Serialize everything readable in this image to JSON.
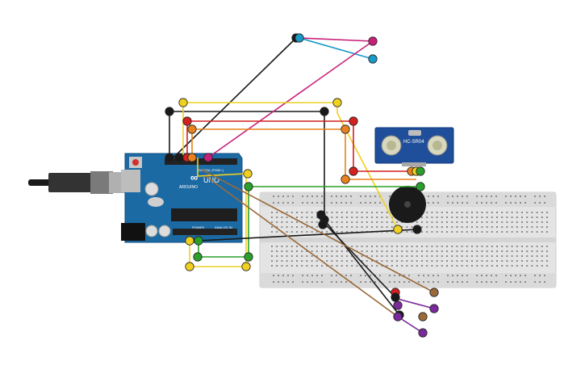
{
  "arduino": {
    "brand_label": "ARDUINO",
    "model_label": "UNO",
    "digital_label": "DIGITAL (PWM~)",
    "power_label": "POWER",
    "analog_label": "ANALOG IN"
  },
  "sensor": {
    "model_label": "HC-SR04"
  },
  "colors": {
    "black": "#1a1a1a",
    "red": "#d42020",
    "orange": "#e8821e",
    "yellow": "#f0d020",
    "green": "#2aa02a",
    "cyan": "#1a9ac8",
    "magenta": "#c8207a",
    "brown": "#9a6a3a",
    "purple": "#7a2a9a",
    "board_blue": "#1c6aa4",
    "sensor_blue": "#1f4f9a",
    "breadboard": "#e6e6e6"
  }
}
